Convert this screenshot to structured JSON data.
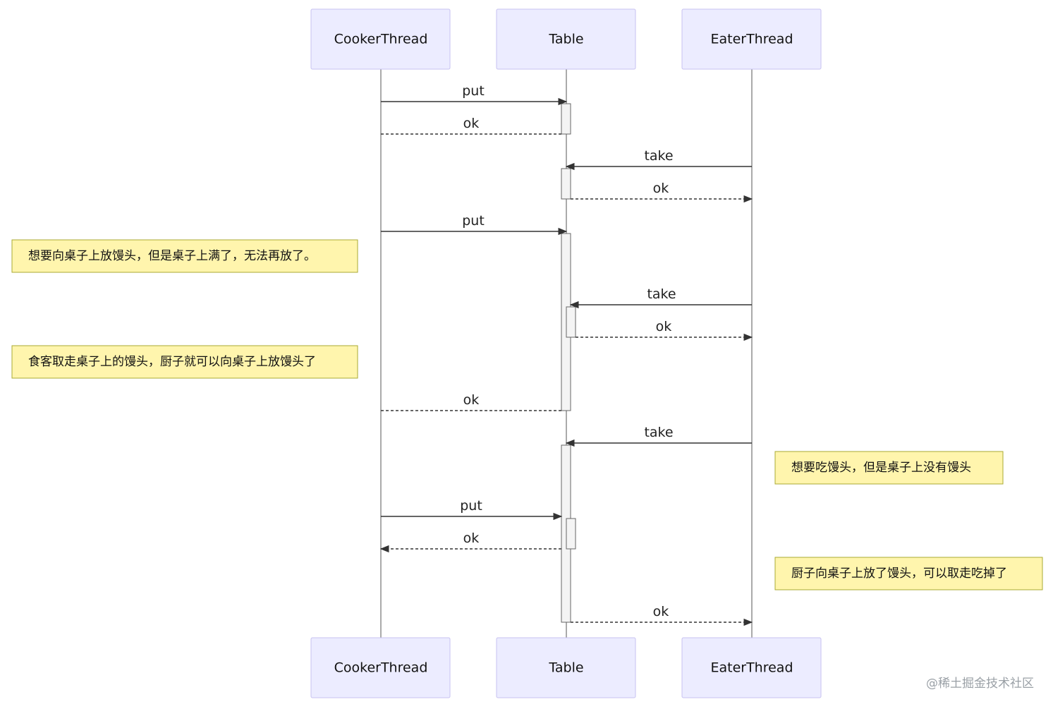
{
  "actors": [
    {
      "id": "cooker",
      "label": "CookerThread"
    },
    {
      "id": "table",
      "label": "Table"
    },
    {
      "id": "eater",
      "label": "EaterThread"
    }
  ],
  "messages": [
    {
      "from": "cooker",
      "to": "table",
      "label": "put",
      "style": "solid"
    },
    {
      "from": "table",
      "to": "cooker",
      "label": "ok",
      "style": "dashed"
    },
    {
      "from": "eater",
      "to": "table",
      "label": "take",
      "style": "solid"
    },
    {
      "from": "table",
      "to": "eater",
      "label": "ok",
      "style": "dashed"
    },
    {
      "from": "cooker",
      "to": "table",
      "label": "put",
      "style": "solid"
    },
    {
      "from": "eater",
      "to": "table",
      "label": "take",
      "style": "solid"
    },
    {
      "from": "table",
      "to": "eater",
      "label": "ok",
      "style": "dashed"
    },
    {
      "from": "table",
      "to": "cooker",
      "label": "ok",
      "style": "dashed"
    },
    {
      "from": "eater",
      "to": "table",
      "label": "take",
      "style": "solid"
    },
    {
      "from": "cooker",
      "to": "table",
      "label": "put",
      "style": "solid"
    },
    {
      "from": "table",
      "to": "cooker",
      "label": "ok",
      "style": "dashed"
    },
    {
      "from": "table",
      "to": "eater",
      "label": "ok",
      "style": "dashed"
    }
  ],
  "notes": [
    {
      "text": "想要向桌子上放馒头，但是桌子上满了，无法再放了。",
      "side": "left of CookerThread"
    },
    {
      "text": "食客取走桌子上的馒头，厨子就可以向桌子上放馒头了",
      "side": "left of CookerThread"
    },
    {
      "text": "想要吃馒头，但是桌子上没有馒头",
      "side": "right of EaterThread"
    },
    {
      "text": "厨子向桌子上放了馒头，可以取走吃掉了",
      "side": "right of EaterThread"
    }
  ],
  "watermark": "@稀土掘金技术社区",
  "colors": {
    "actor_fill": "#ECECFF",
    "actor_border": "#C7C2F0",
    "note_fill": "#FFF5AD",
    "note_border": "#AAAA33",
    "activation_fill": "#F4F4F4",
    "line": "#333333"
  }
}
